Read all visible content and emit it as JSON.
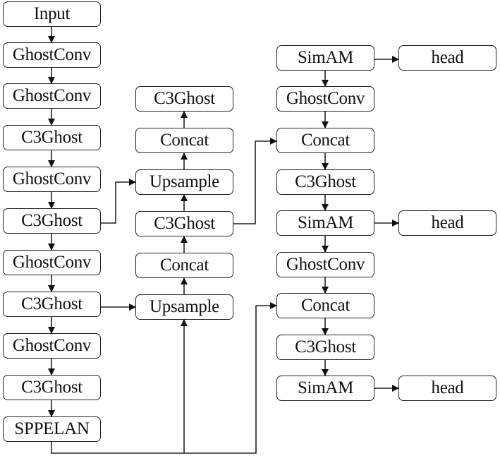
{
  "diagram": {
    "title": "",
    "backbone": [
      {
        "id": "b0",
        "label": "Input"
      },
      {
        "id": "b1",
        "label": "GhostConv"
      },
      {
        "id": "b2",
        "label": "GhostConv"
      },
      {
        "id": "b3",
        "label": "C3Ghost"
      },
      {
        "id": "b4",
        "label": "GhostConv"
      },
      {
        "id": "b5",
        "label": "C3Ghost"
      },
      {
        "id": "b6",
        "label": "GhostConv"
      },
      {
        "id": "b7",
        "label": "C3Ghost"
      },
      {
        "id": "b8",
        "label": "GhostConv"
      },
      {
        "id": "b9",
        "label": "C3Ghost"
      },
      {
        "id": "b10",
        "label": "SPPELAN"
      }
    ],
    "neck_up": [
      {
        "id": "n0",
        "label": "C3Ghost"
      },
      {
        "id": "n1",
        "label": "Concat"
      },
      {
        "id": "n2",
        "label": "Upsample"
      },
      {
        "id": "n3",
        "label": "C3Ghost"
      },
      {
        "id": "n4",
        "label": "Concat"
      },
      {
        "id": "n5",
        "label": "Upsample"
      }
    ],
    "neck_down": [
      {
        "id": "d0",
        "label": "SimAM"
      },
      {
        "id": "d1",
        "label": "GhostConv"
      },
      {
        "id": "d2",
        "label": "Concat"
      },
      {
        "id": "d3",
        "label": "C3Ghost"
      },
      {
        "id": "d4",
        "label": "SimAM"
      },
      {
        "id": "d5",
        "label": "GhostConv"
      },
      {
        "id": "d6",
        "label": "Concat"
      },
      {
        "id": "d7",
        "label": "C3Ghost"
      },
      {
        "id": "d8",
        "label": "SimAM"
      }
    ],
    "heads": [
      {
        "id": "h0",
        "label": "head"
      },
      {
        "id": "h1",
        "label": "head"
      },
      {
        "id": "h2",
        "label": "head"
      }
    ],
    "edges": [
      [
        "b0",
        "b1"
      ],
      [
        "b1",
        "b2"
      ],
      [
        "b2",
        "b3"
      ],
      [
        "b3",
        "b4"
      ],
      [
        "b4",
        "b5"
      ],
      [
        "b5",
        "b6"
      ],
      [
        "b6",
        "b7"
      ],
      [
        "b7",
        "b8"
      ],
      [
        "b8",
        "b9"
      ],
      [
        "b9",
        "b10"
      ],
      [
        "b10",
        "n5"
      ],
      [
        "b7",
        "n5"
      ],
      [
        "n5",
        "n4"
      ],
      [
        "n4",
        "n3"
      ],
      [
        "n3",
        "n2"
      ],
      [
        "b5",
        "n2"
      ],
      [
        "n2",
        "n1"
      ],
      [
        "n1",
        "n0"
      ],
      [
        "b10",
        "d6"
      ],
      [
        "n3",
        "d2"
      ],
      [
        "d0",
        "d1"
      ],
      [
        "d1",
        "d2"
      ],
      [
        "d2",
        "d3"
      ],
      [
        "d3",
        "d4"
      ],
      [
        "d4",
        "d5"
      ],
      [
        "d5",
        "d6"
      ],
      [
        "d6",
        "d7"
      ],
      [
        "d7",
        "d8"
      ],
      [
        "d0",
        "h0"
      ],
      [
        "d4",
        "h1"
      ],
      [
        "d8",
        "h2"
      ]
    ]
  }
}
